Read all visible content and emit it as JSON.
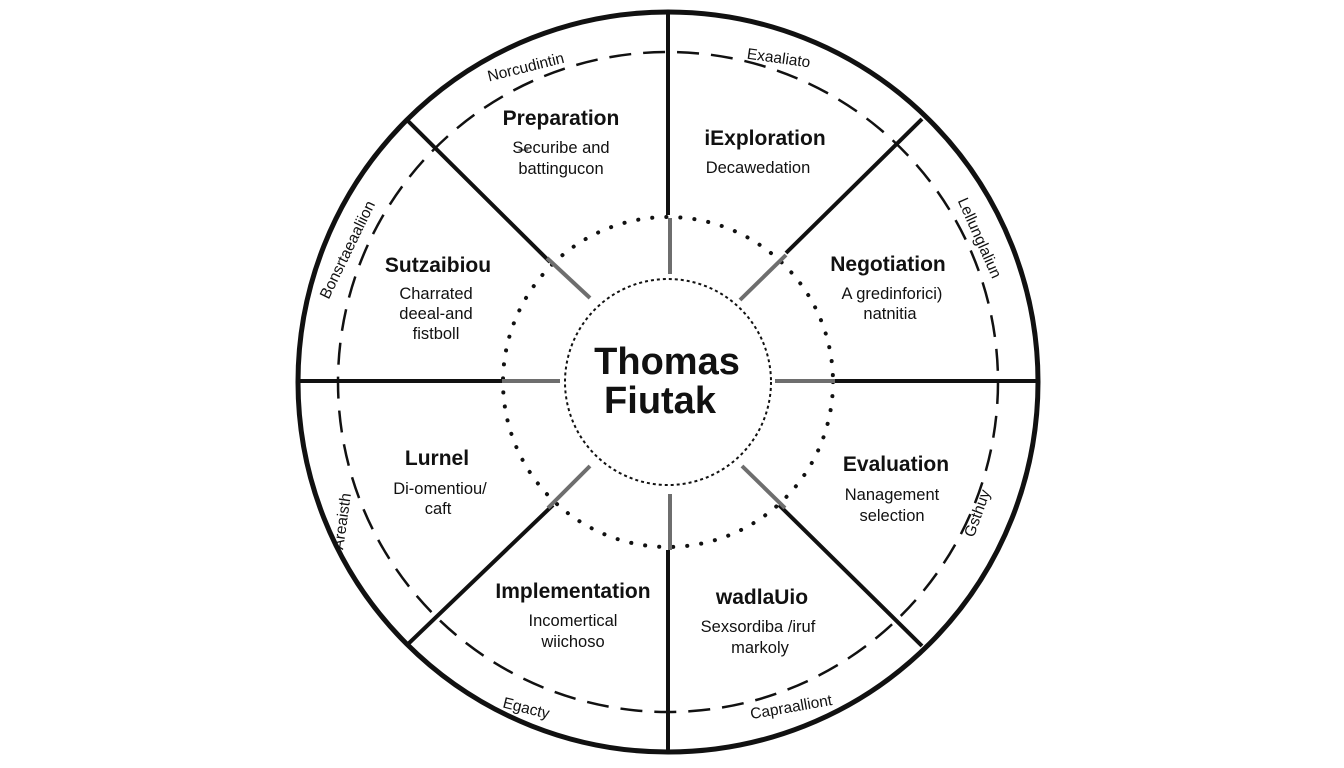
{
  "center": {
    "line1": "Thomas",
    "line2": "Fiutak"
  },
  "segments": {
    "preparation": {
      "title": "Preparation",
      "desc1": "S̶ecuribe and",
      "desc2": "battingucon"
    },
    "exploration": {
      "title": "iExploration",
      "desc1": "Decawedation",
      "desc2": ""
    },
    "negotiation": {
      "title": "Negotiation",
      "desc1": "A gredinforici)",
      "desc2": "natnitia"
    },
    "evaluation": {
      "title": "Evaluation",
      "desc1": "Nanagement",
      "desc2": "selection"
    },
    "wadlauio": {
      "title": "wadlaUio",
      "desc1": "Sexsordiba /iruf",
      "desc2": "markoly"
    },
    "implementation": {
      "title": "Implementation",
      "desc1": "Incomertical",
      "desc2": "wiichoso"
    },
    "lurnel": {
      "title": "Lurnel",
      "desc1": "Di-omentiou/",
      "desc2": "caft"
    },
    "sutzaibiou": {
      "title": "Sutzaibiou",
      "desc1": "Charrated",
      "desc2": "deeal-and",
      "desc3": "fistboll"
    }
  },
  "ring_labels": {
    "top_left": "Norcudintin",
    "top_right": "Exaaliato",
    "right_upper": "Lellunglaliun",
    "right_lower": "Gsthuy",
    "bottom_right": "Capraalliont",
    "bottom_left": "Egacty",
    "left_lower": "Areaisth",
    "left_upper": "Bonsrtaeaaliion"
  }
}
